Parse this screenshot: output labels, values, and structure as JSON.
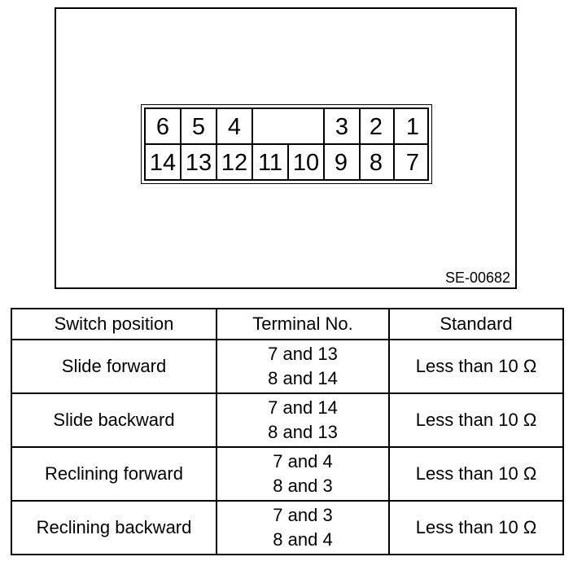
{
  "diagram": {
    "code": "SE-00682",
    "top_row": [
      "6",
      "5",
      "4",
      "",
      "",
      "3",
      "2",
      "1"
    ],
    "bottom_row": [
      "14",
      "13",
      "12",
      "11",
      "10",
      "9",
      "8",
      "7"
    ]
  },
  "table": {
    "headers": [
      "Switch position",
      "Terminal No.",
      "Standard"
    ],
    "rows": [
      {
        "position": "Slide forward",
        "terminals": [
          "7 and 13",
          "8 and 14"
        ],
        "standard": "Less than 10 Ω"
      },
      {
        "position": "Slide backward",
        "terminals": [
          "7 and 14",
          "8 and 13"
        ],
        "standard": "Less than 10 Ω"
      },
      {
        "position": "Reclining forward",
        "terminals": [
          "7 and 4",
          "8 and 3"
        ],
        "standard": "Less than 10 Ω"
      },
      {
        "position": "Reclining backward",
        "terminals": [
          "7 and 3",
          "8 and 4"
        ],
        "standard": "Less than 10 Ω"
      }
    ]
  }
}
